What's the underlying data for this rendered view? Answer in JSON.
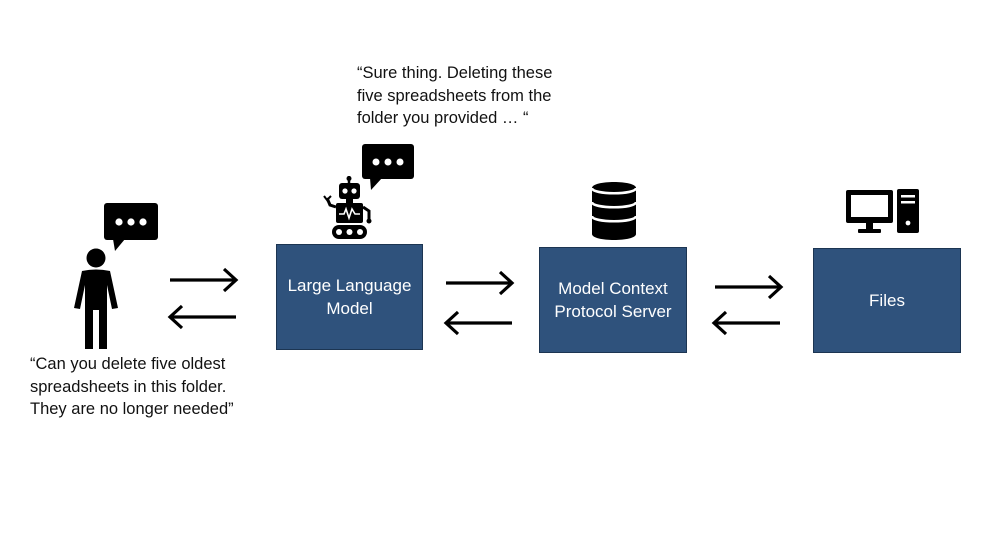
{
  "colors": {
    "box_fill": "#2f527c",
    "icon": "#000000"
  },
  "nodes": [
    {
      "id": "llm",
      "label": "Large Language\nModel"
    },
    {
      "id": "mcp",
      "label": "Model Context\nProtocol Server"
    },
    {
      "id": "files",
      "label": "Files"
    }
  ],
  "user_quote": "“Can you delete five oldest\nspreadsheets in this folder.\nThey are no longer needed”",
  "llm_quote": "“Sure thing. Deleting these\nfive spreadsheets from the\nfolder you provided … “",
  "icons": [
    "person-icon",
    "chat-bubble-icon",
    "robot-icon",
    "database-icon",
    "computer-icon",
    "bidirectional-arrow-icon"
  ]
}
